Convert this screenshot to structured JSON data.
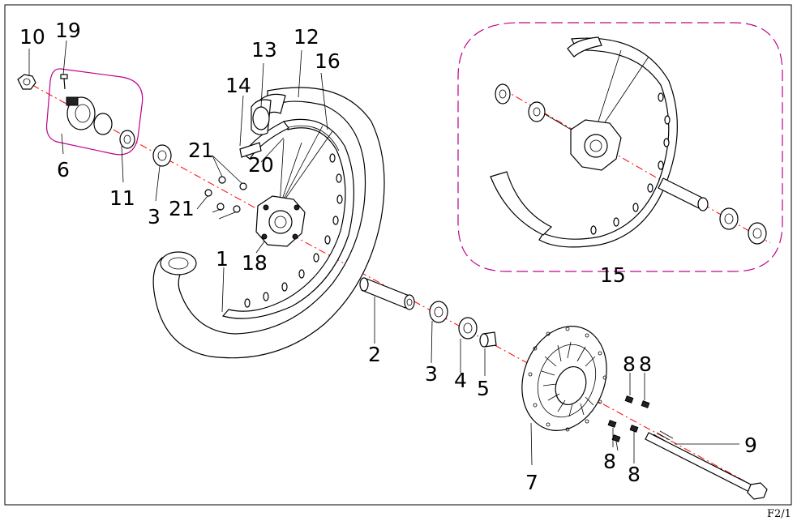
{
  "diagram": {
    "sheet_ref": "F2/1",
    "part_labels": [
      "10",
      "19",
      "6",
      "11",
      "3",
      "21",
      "21",
      "14",
      "13",
      "12",
      "16",
      "20",
      "1",
      "18",
      "2",
      "3",
      "4",
      "5",
      "8",
      "8",
      "8",
      "8",
      "7",
      "9",
      "15"
    ]
  }
}
